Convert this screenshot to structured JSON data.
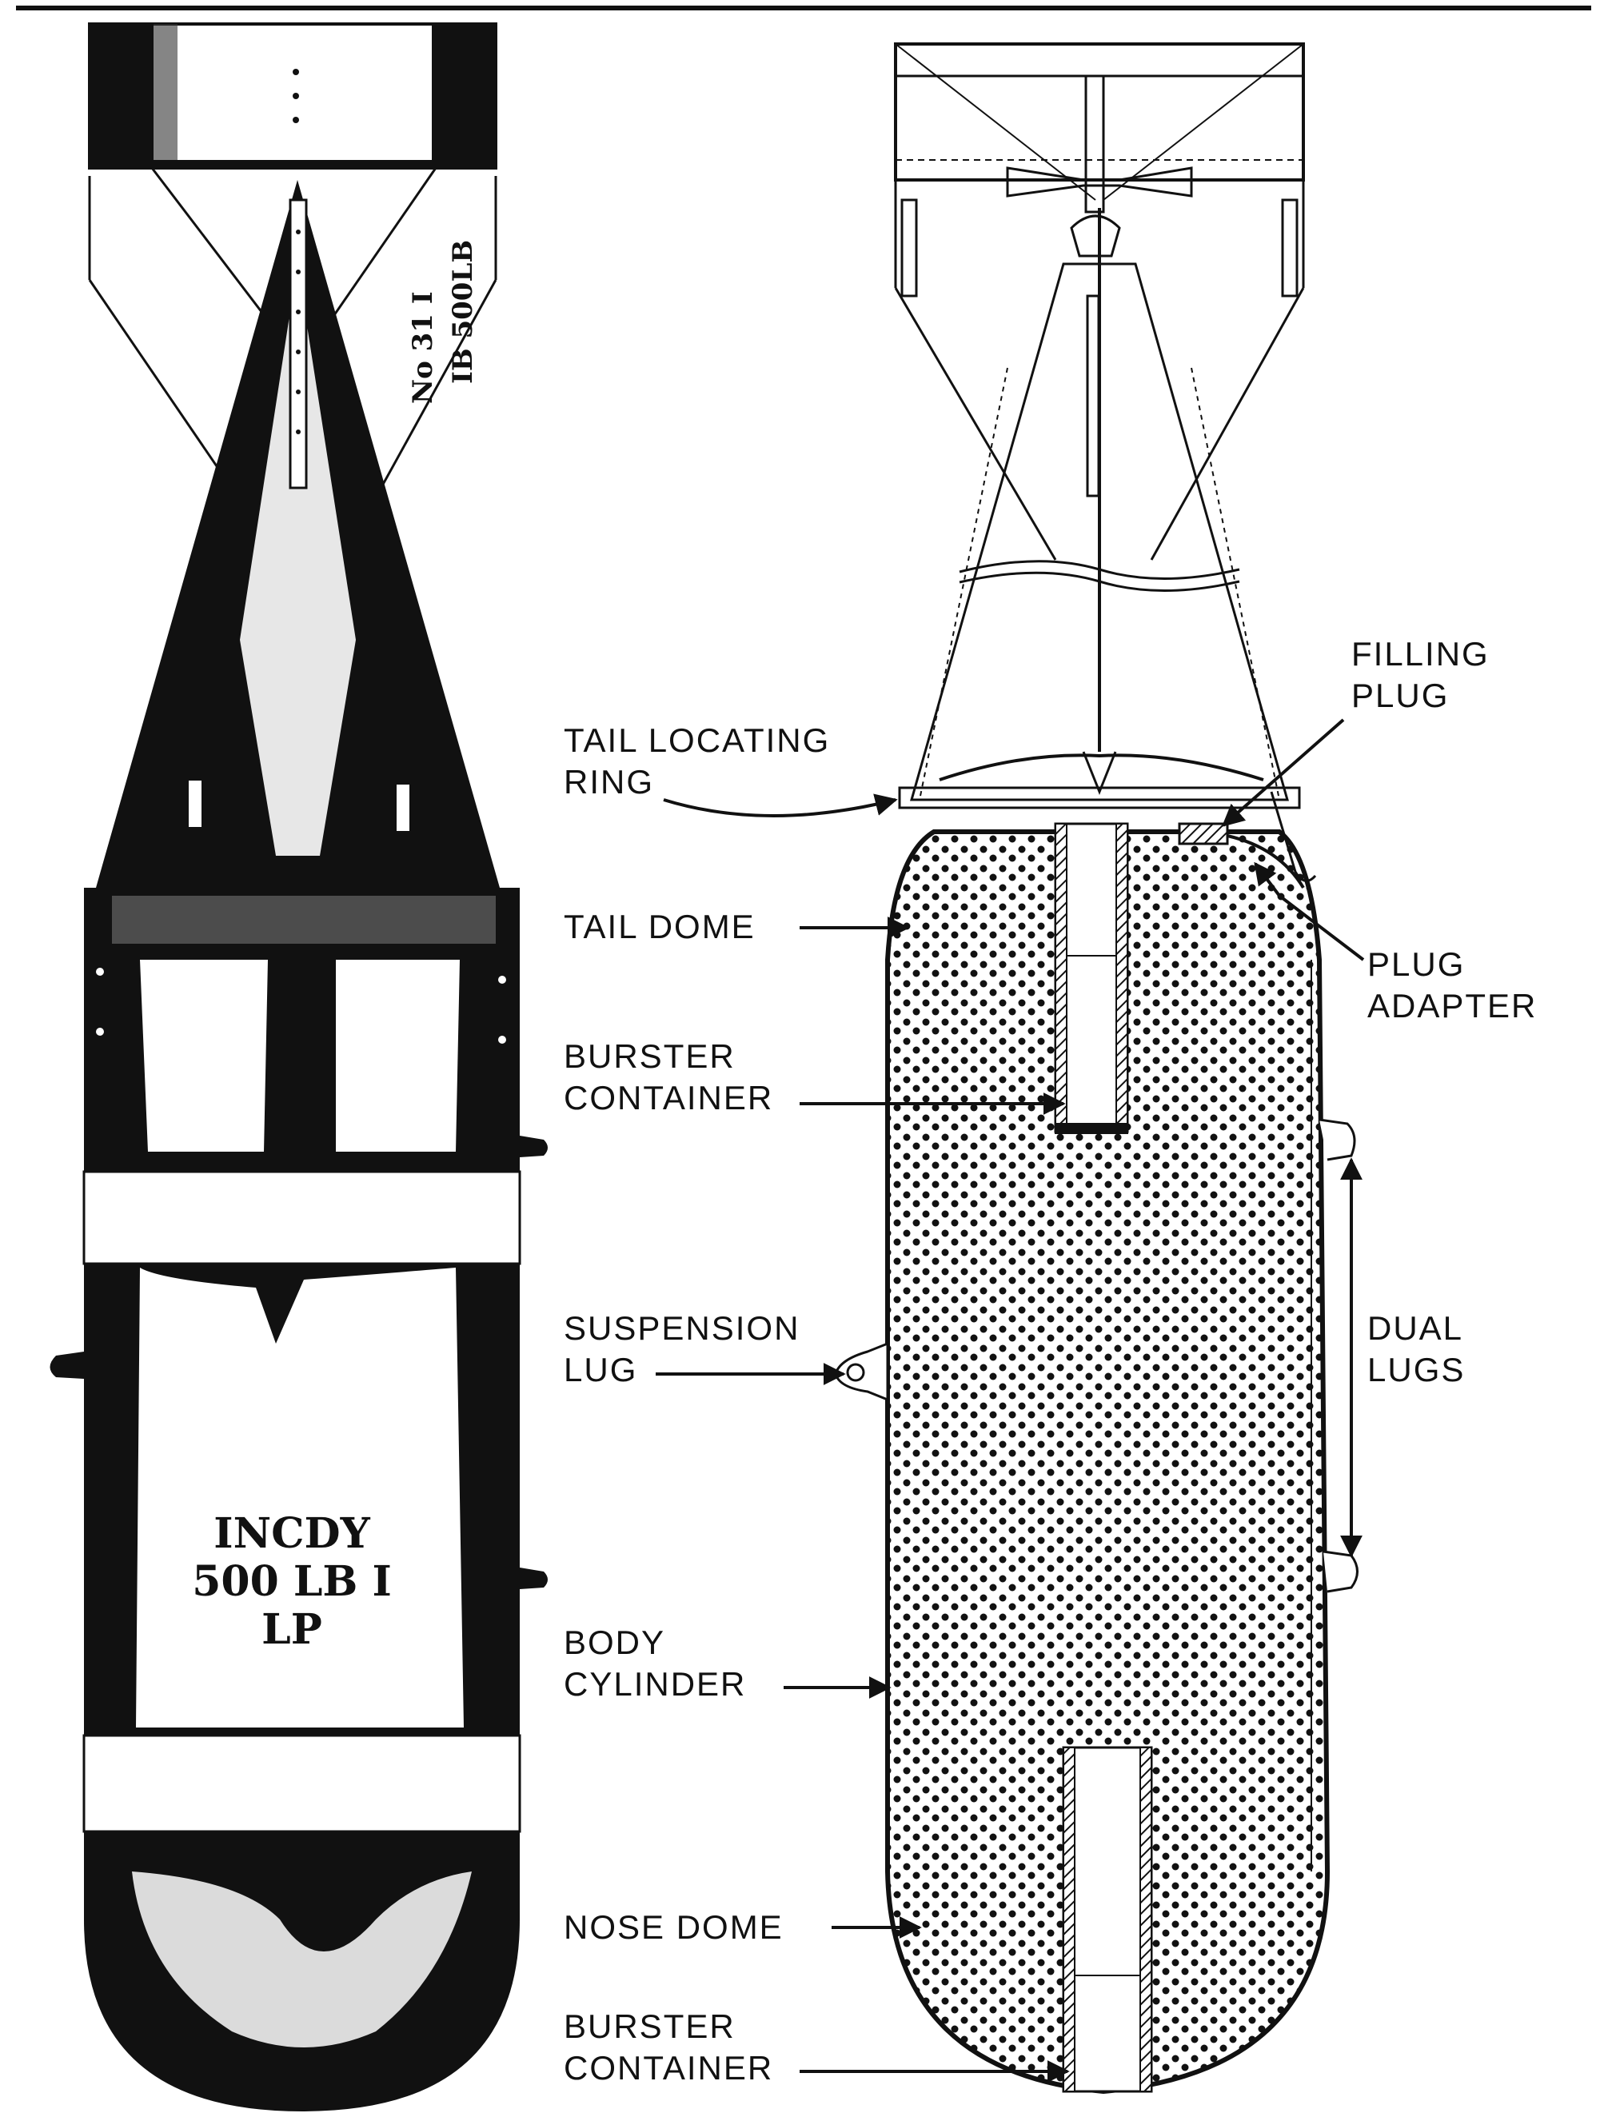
{
  "left_bomb": {
    "stencil_tail": [
      "No 31 I",
      "IB 500LB"
    ],
    "stencil_body": [
      "INCDY",
      "500 LB I",
      "LP"
    ]
  },
  "callouts": {
    "tail_locating_ring": [
      "TAIL LOCATING",
      "RING"
    ],
    "tail_dome": [
      "TAIL DOME"
    ],
    "burster_container_top": [
      "BURSTER",
      "CONTAINER"
    ],
    "suspension_lug": [
      "SUSPENSION",
      "LUG"
    ],
    "body_cylinder": [
      "BODY",
      "CYLINDER"
    ],
    "nose_dome": [
      "NOSE DOME"
    ],
    "burster_container_bottom": [
      "BURSTER",
      "CONTAINER"
    ],
    "filling_plug": [
      "FILLING",
      "PLUG"
    ],
    "plug_adapter": [
      "PLUG",
      "ADAPTER"
    ],
    "dual_lugs": [
      "DUAL",
      "LUGS"
    ]
  },
  "colors": {
    "ink": "#111111",
    "paper": "#ffffff"
  }
}
